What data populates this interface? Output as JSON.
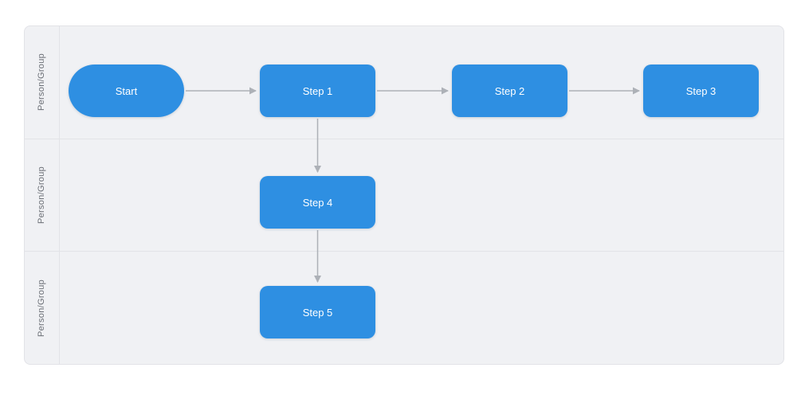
{
  "diagram": {
    "type": "swimlane-flowchart",
    "lanes": [
      {
        "label": "Person/Group"
      },
      {
        "label": "Person/Group"
      },
      {
        "label": "Person/Group"
      }
    ],
    "nodes": [
      {
        "id": "start",
        "label": "Start",
        "shape": "stadium",
        "lane": 0
      },
      {
        "id": "step1",
        "label": "Step  1",
        "shape": "rounded-rect",
        "lane": 0
      },
      {
        "id": "step2",
        "label": "Step 2",
        "shape": "rounded-rect",
        "lane": 0
      },
      {
        "id": "step3",
        "label": "Step 3",
        "shape": "rounded-rect",
        "lane": 0
      },
      {
        "id": "step4",
        "label": "Step 4",
        "shape": "rounded-rect",
        "lane": 1
      },
      {
        "id": "step5",
        "label": "Step 5",
        "shape": "rounded-rect",
        "lane": 2
      }
    ],
    "edges": [
      {
        "from": "start",
        "to": "step1",
        "direction": "right"
      },
      {
        "from": "step1",
        "to": "step2",
        "direction": "right"
      },
      {
        "from": "step2",
        "to": "step3",
        "direction": "right"
      },
      {
        "from": "step1",
        "to": "step4",
        "direction": "down"
      },
      {
        "from": "step4",
        "to": "step5",
        "direction": "down"
      }
    ]
  },
  "colors": {
    "page_bg": "#ffffff",
    "lane_bg": "#f0f1f4",
    "lane_border": "#e2e3e7",
    "label_text": "#6b6f76",
    "node_fill": "#2e8fe2",
    "node_text": "#ffffff",
    "arrow": "#adb1b7"
  }
}
